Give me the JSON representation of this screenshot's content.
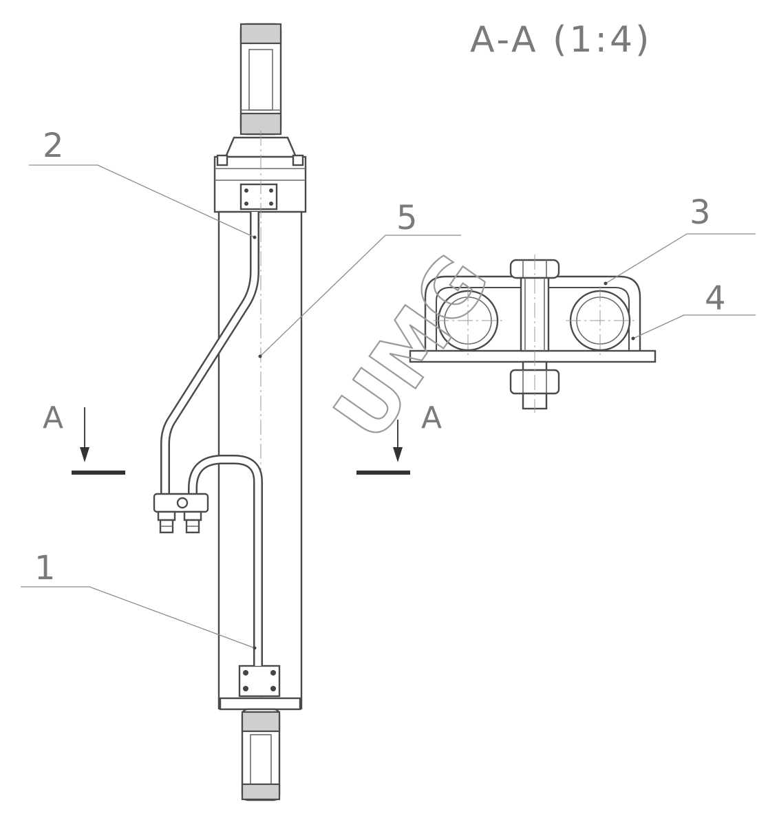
{
  "section_title": "A-A (1:4)",
  "section_marks": {
    "left": "A",
    "right": "A"
  },
  "callouts": [
    "1",
    "2",
    "3",
    "4",
    "5"
  ],
  "watermark": "UMG"
}
